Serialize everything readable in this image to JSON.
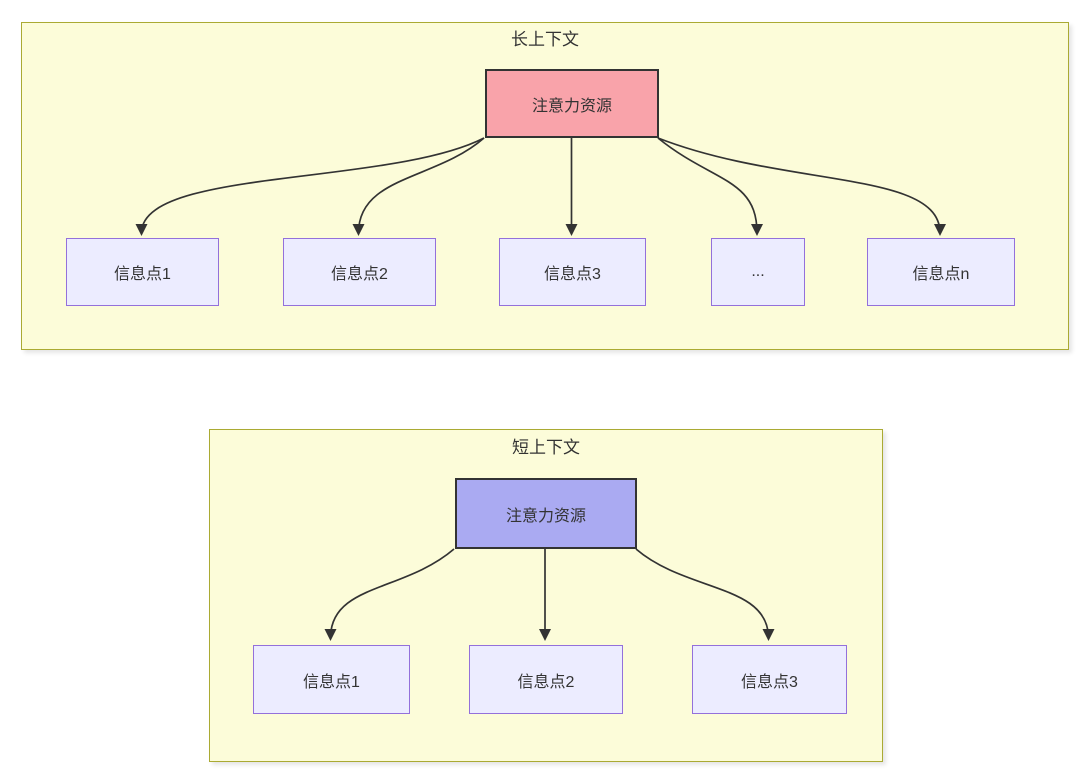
{
  "long_context": {
    "title": "长上下文",
    "attention_label": "注意力资源",
    "info_nodes": [
      "信息点1",
      "信息点2",
      "信息点3",
      "...",
      "信息点n"
    ]
  },
  "short_context": {
    "title": "短上下文",
    "attention_label": "注意力资源",
    "info_nodes": [
      "信息点1",
      "信息点2",
      "信息点3"
    ]
  },
  "colors": {
    "page_bg": "#ffffff",
    "cluster_fill": "#fcfcd9",
    "cluster_border": "#aaaa33",
    "node_fill": "#ececff",
    "node_border": "#9370db",
    "attention_long_fill": "#f9a3aa",
    "attention_short_fill": "#aaaaf2",
    "attention_border": "#333333",
    "edge_color": "#333333",
    "text_color": "#333333"
  }
}
